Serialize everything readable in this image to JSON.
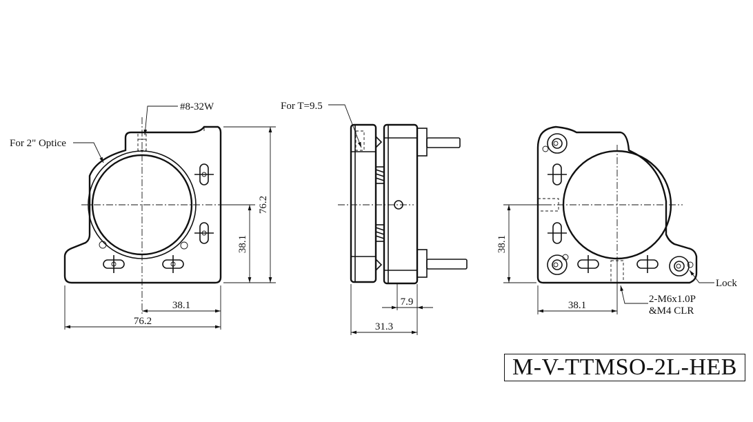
{
  "part_number": "M-V-TTMSO-2L-HEB",
  "front_view": {
    "callout_thread": "#8-32W",
    "callout_optic": "For 2\" Optice",
    "dim_height": "76.2",
    "dim_center_height": "38.1",
    "dim_center_width": "38.1",
    "dim_width": "76.2"
  },
  "side_view": {
    "callout_thickness": "For T=9.5",
    "dim_plate": "7.9",
    "dim_depth": "31.3"
  },
  "back_view": {
    "dim_center_height": "38.1",
    "dim_center_width": "38.1",
    "callout_screw_line1": "2-M6x1.0P",
    "callout_screw_line2": "&M4 CLR",
    "callout_lock": "Lock"
  }
}
